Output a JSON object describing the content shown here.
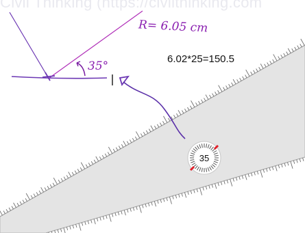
{
  "watermark": {
    "text": "Civil Thinking (https://civilthinking.com"
  },
  "annotations": {
    "radius_label": "R= 6.05 cm",
    "angle_label": "35°",
    "calculation": "6.02*25=150.5"
  },
  "protractor": {
    "angle_readout": "35"
  },
  "colors": {
    "ink": "#7a1fa2",
    "drawing_line": "#6b36b3",
    "ruler_fill": "#e4e4e4",
    "ruler_edge": "#b8b8b8",
    "tick": "#6e6e6e",
    "marker_red": "#e0202a"
  }
}
